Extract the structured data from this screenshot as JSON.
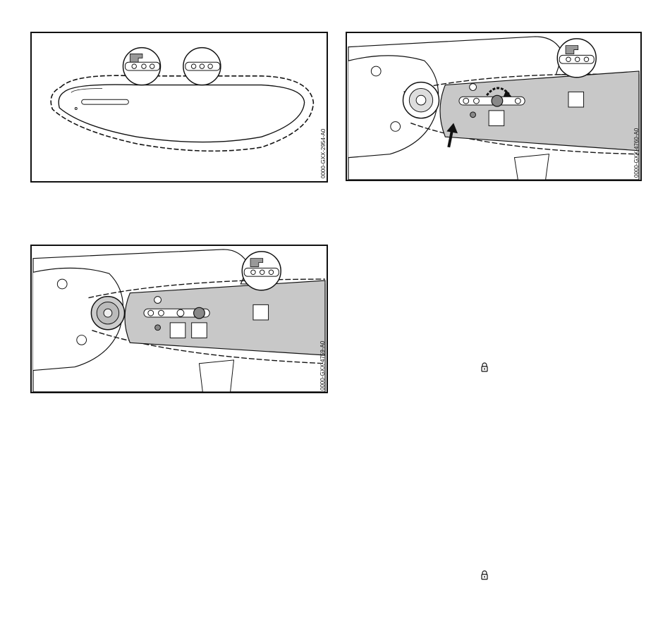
{
  "figures": [
    {
      "id": "fig1",
      "code": "0000-GXX-2954-A0"
    },
    {
      "id": "fig2",
      "code": "0000-GXX-4760-A0"
    },
    {
      "id": "fig3",
      "code": "0000-GXX-4759-A0"
    }
  ],
  "icons": [
    "lock-icon",
    "lock-icon"
  ]
}
